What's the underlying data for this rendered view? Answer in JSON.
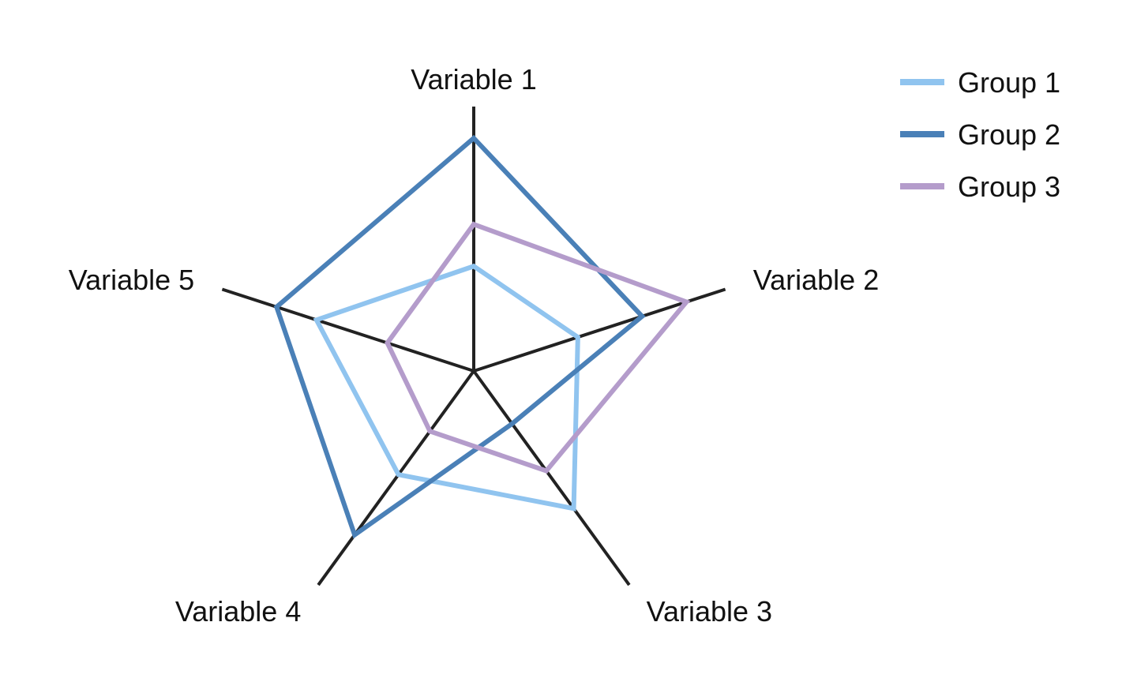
{
  "chart_data": {
    "type": "radar",
    "axes": [
      "Variable 1",
      "Variable 2",
      "Variable 3",
      "Variable 4",
      "Variable 5"
    ],
    "range": [
      0,
      10
    ],
    "grid": false,
    "legend_position": "top-right",
    "series": [
      {
        "name": "Group 1",
        "color": "#90c4ef",
        "values": [
          4.5,
          4.7,
          7.3,
          5.5,
          7.1
        ]
      },
      {
        "name": "Group 2",
        "color": "#4a80b7",
        "values": [
          10.0,
          7.6,
          2.8,
          8.7,
          8.9
        ]
      },
      {
        "name": "Group 3",
        "color": "#b49ccb",
        "values": [
          6.3,
          9.6,
          5.3,
          3.2,
          3.9
        ]
      }
    ]
  }
}
